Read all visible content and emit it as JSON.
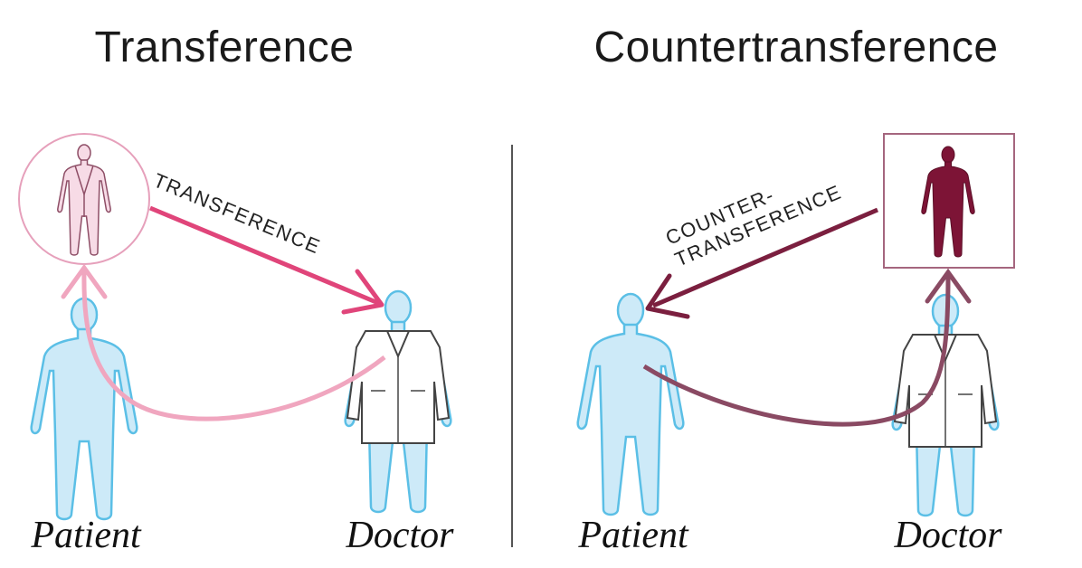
{
  "left_panel": {
    "title": "Transference",
    "arrow_label": "TRANSFERENCE",
    "patient_label": "Patient",
    "doctor_label": "Doctor"
  },
  "right_panel": {
    "title": "Countertransference",
    "arrow_label_line1": "COUNTER-",
    "arrow_label_line2": "TRANSFERENCE",
    "patient_label": "Patient",
    "doctor_label": "Doctor"
  },
  "colors": {
    "patient_fill": "#cdeaf8",
    "patient_stroke": "#5bbfe6",
    "transference_arrow": "#e0457a",
    "transference_curve": "#f0a6bf",
    "transference_frame": "#e6a0bb",
    "counter_arrow": "#7b1f3f",
    "counter_curve": "#8a4a63",
    "counter_frame": "#a5667e",
    "counter_figure": "#7d1436",
    "divider": "#555555"
  }
}
